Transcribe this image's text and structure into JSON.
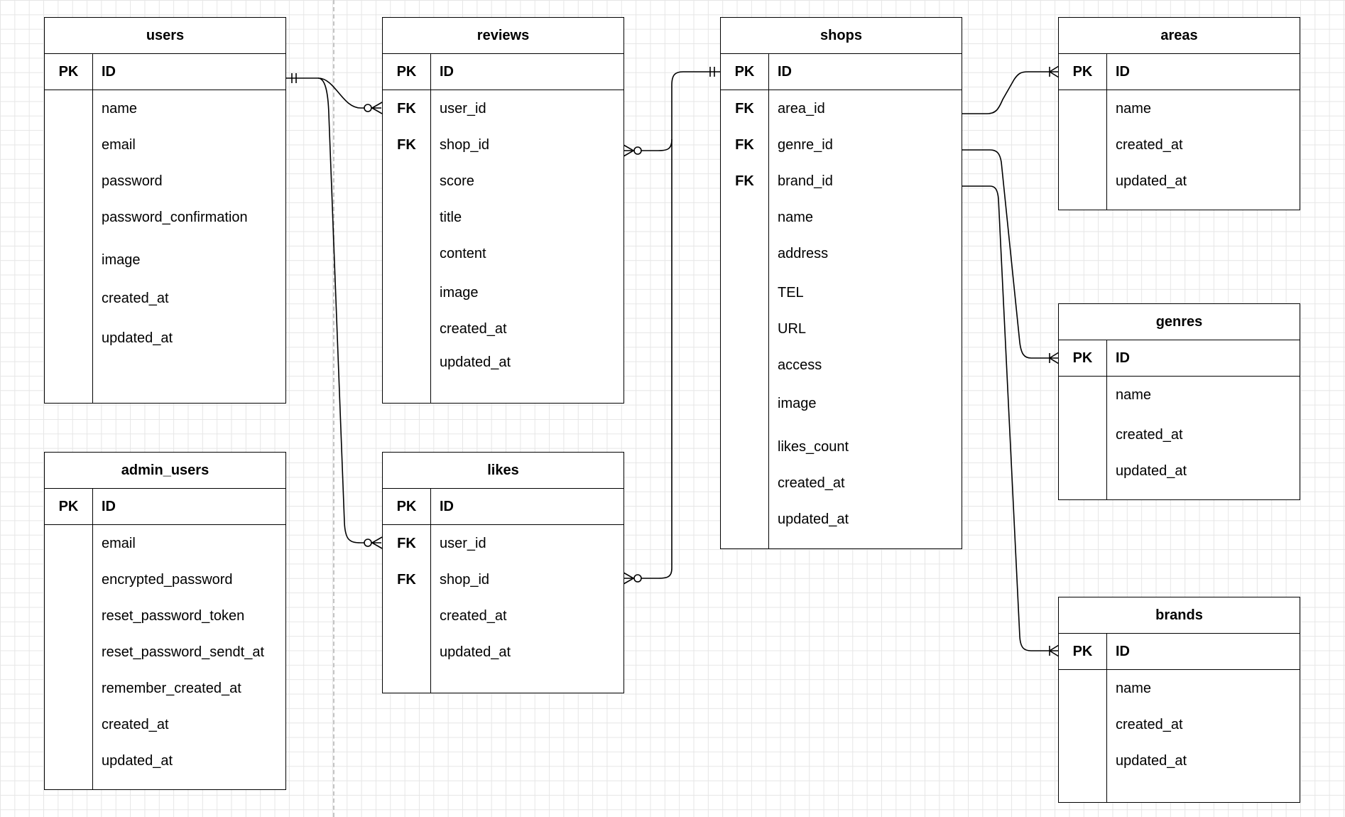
{
  "entities": {
    "users": {
      "title": "users",
      "pk": {
        "key": "PK",
        "field": "ID"
      },
      "fields": [
        {
          "key": "",
          "name": "name"
        },
        {
          "key": "",
          "name": "email"
        },
        {
          "key": "",
          "name": "password"
        },
        {
          "key": "",
          "name": "password_confirmation"
        },
        {
          "key": "",
          "name": "image"
        },
        {
          "key": "",
          "name": "created_at"
        },
        {
          "key": "",
          "name": "updated_at"
        }
      ]
    },
    "admin_users": {
      "title": "admin_users",
      "pk": {
        "key": "PK",
        "field": "ID"
      },
      "fields": [
        {
          "key": "",
          "name": "email"
        },
        {
          "key": "",
          "name": "encrypted_password"
        },
        {
          "key": "",
          "name": "reset_password_token"
        },
        {
          "key": "",
          "name": "reset_password_sendt_at"
        },
        {
          "key": "",
          "name": "remember_created_at"
        },
        {
          "key": "",
          "name": "created_at"
        },
        {
          "key": "",
          "name": "updated_at"
        }
      ]
    },
    "reviews": {
      "title": "reviews",
      "pk": {
        "key": "PK",
        "field": "ID"
      },
      "fields": [
        {
          "key": "FK",
          "name": "user_id"
        },
        {
          "key": "FK",
          "name": "shop_id"
        },
        {
          "key": "",
          "name": "score"
        },
        {
          "key": "",
          "name": "title"
        },
        {
          "key": "",
          "name": "content"
        },
        {
          "key": "",
          "name": "image"
        },
        {
          "key": "",
          "name": "created_at"
        },
        {
          "key": "",
          "name": "updated_at"
        }
      ]
    },
    "likes": {
      "title": "likes",
      "pk": {
        "key": "PK",
        "field": "ID"
      },
      "fields": [
        {
          "key": "FK",
          "name": "user_id"
        },
        {
          "key": "FK",
          "name": "shop_id"
        },
        {
          "key": "",
          "name": "created_at"
        },
        {
          "key": "",
          "name": "updated_at"
        }
      ]
    },
    "shops": {
      "title": "shops",
      "pk": {
        "key": "PK",
        "field": "ID"
      },
      "fields": [
        {
          "key": "FK",
          "name": "area_id"
        },
        {
          "key": "FK",
          "name": "genre_id"
        },
        {
          "key": "FK",
          "name": "brand_id"
        },
        {
          "key": "",
          "name": "name"
        },
        {
          "key": "",
          "name": "address"
        },
        {
          "key": "",
          "name": "TEL"
        },
        {
          "key": "",
          "name": "URL"
        },
        {
          "key": "",
          "name": "access"
        },
        {
          "key": "",
          "name": "image"
        },
        {
          "key": "",
          "name": "likes_count"
        },
        {
          "key": "",
          "name": "created_at"
        },
        {
          "key": "",
          "name": "updated_at"
        }
      ]
    },
    "areas": {
      "title": "areas",
      "pk": {
        "key": "PK",
        "field": "ID"
      },
      "fields": [
        {
          "key": "",
          "name": "name"
        },
        {
          "key": "",
          "name": "created_at"
        },
        {
          "key": "",
          "name": "updated_at"
        }
      ]
    },
    "genres": {
      "title": "genres",
      "pk": {
        "key": "PK",
        "field": "ID"
      },
      "fields": [
        {
          "key": "",
          "name": "name"
        },
        {
          "key": "",
          "name": "created_at"
        },
        {
          "key": "",
          "name": "updated_at"
        }
      ]
    },
    "brands": {
      "title": "brands",
      "pk": {
        "key": "PK",
        "field": "ID"
      },
      "fields": [
        {
          "key": "",
          "name": "name"
        },
        {
          "key": "",
          "name": "created_at"
        },
        {
          "key": "",
          "name": "updated_at"
        }
      ]
    }
  },
  "relationships": [
    {
      "from": "users.ID",
      "to": "reviews.user_id",
      "from_cardinality": "one-and-only-one",
      "to_cardinality": "zero-or-many"
    },
    {
      "from": "users.ID",
      "to": "likes.user_id",
      "from_cardinality": "one-and-only-one",
      "to_cardinality": "zero-or-many"
    },
    {
      "from": "shops.ID",
      "to": "reviews.shop_id",
      "from_cardinality": "one-and-only-one",
      "to_cardinality": "zero-or-many"
    },
    {
      "from": "shops.ID",
      "to": "likes.shop_id",
      "from_cardinality": "one-and-only-one",
      "to_cardinality": "zero-or-many"
    },
    {
      "from": "shops.area_id",
      "to": "areas.ID",
      "from_cardinality": "none",
      "to_cardinality": "one-or-many"
    },
    {
      "from": "shops.genre_id",
      "to": "genres.ID",
      "from_cardinality": "none",
      "to_cardinality": "one-or-many"
    },
    {
      "from": "shops.brand_id",
      "to": "brands.ID",
      "from_cardinality": "none",
      "to_cardinality": "one-or-many"
    }
  ],
  "colors": {
    "line": "#000000",
    "grid": "#e6e6e6",
    "background": "#ffffff"
  }
}
